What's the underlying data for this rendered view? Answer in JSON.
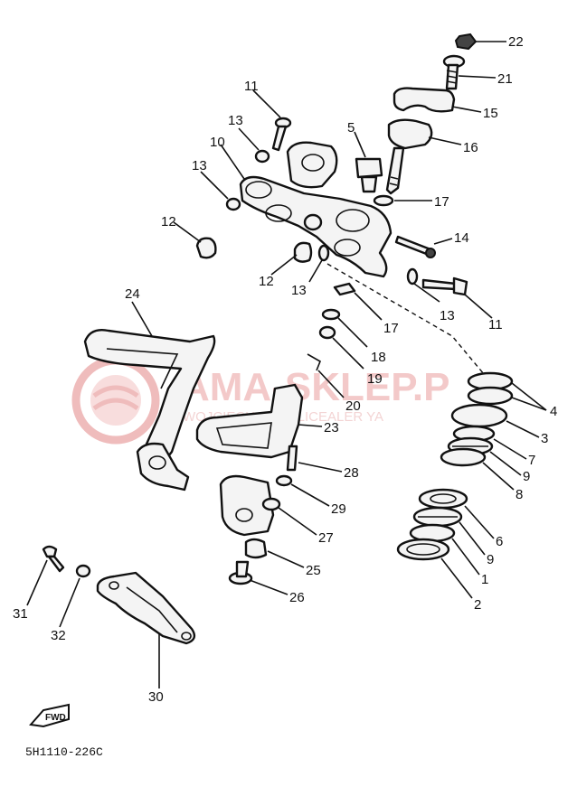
{
  "watermark": {
    "brand": "AMA-SKLEP.P",
    "subline": "WOJCIECH    WICZ LICEALER YA"
  },
  "diagram_code": "5H1110-226C",
  "fwd_badge": "FWD",
  "callouts": {
    "c22": "22",
    "c21": "21",
    "c15": "15",
    "c16": "16",
    "c11a": "11",
    "c13a": "13",
    "c5": "5",
    "c10": "10",
    "c13b": "13",
    "c17a": "17",
    "c12a": "12",
    "c14": "14",
    "c12b": "12",
    "c13c": "13",
    "c13d": "13",
    "c11b": "11",
    "c24": "24",
    "c17b": "17",
    "c18": "18",
    "c19": "19",
    "c20": "20",
    "c4": "4",
    "c23": "23",
    "c3": "3",
    "c7": "7",
    "c9a": "9",
    "c8": "8",
    "c28": "28",
    "c29": "29",
    "c6": "6",
    "c9b": "9",
    "c27": "27",
    "c1": "1",
    "c25": "25",
    "c2": "2",
    "c26": "26",
    "c31": "31",
    "c32": "32",
    "c30": "30"
  },
  "colors": {
    "ink": "#111111",
    "watermark": "#e8a0a0",
    "paper": "#ffffff"
  }
}
